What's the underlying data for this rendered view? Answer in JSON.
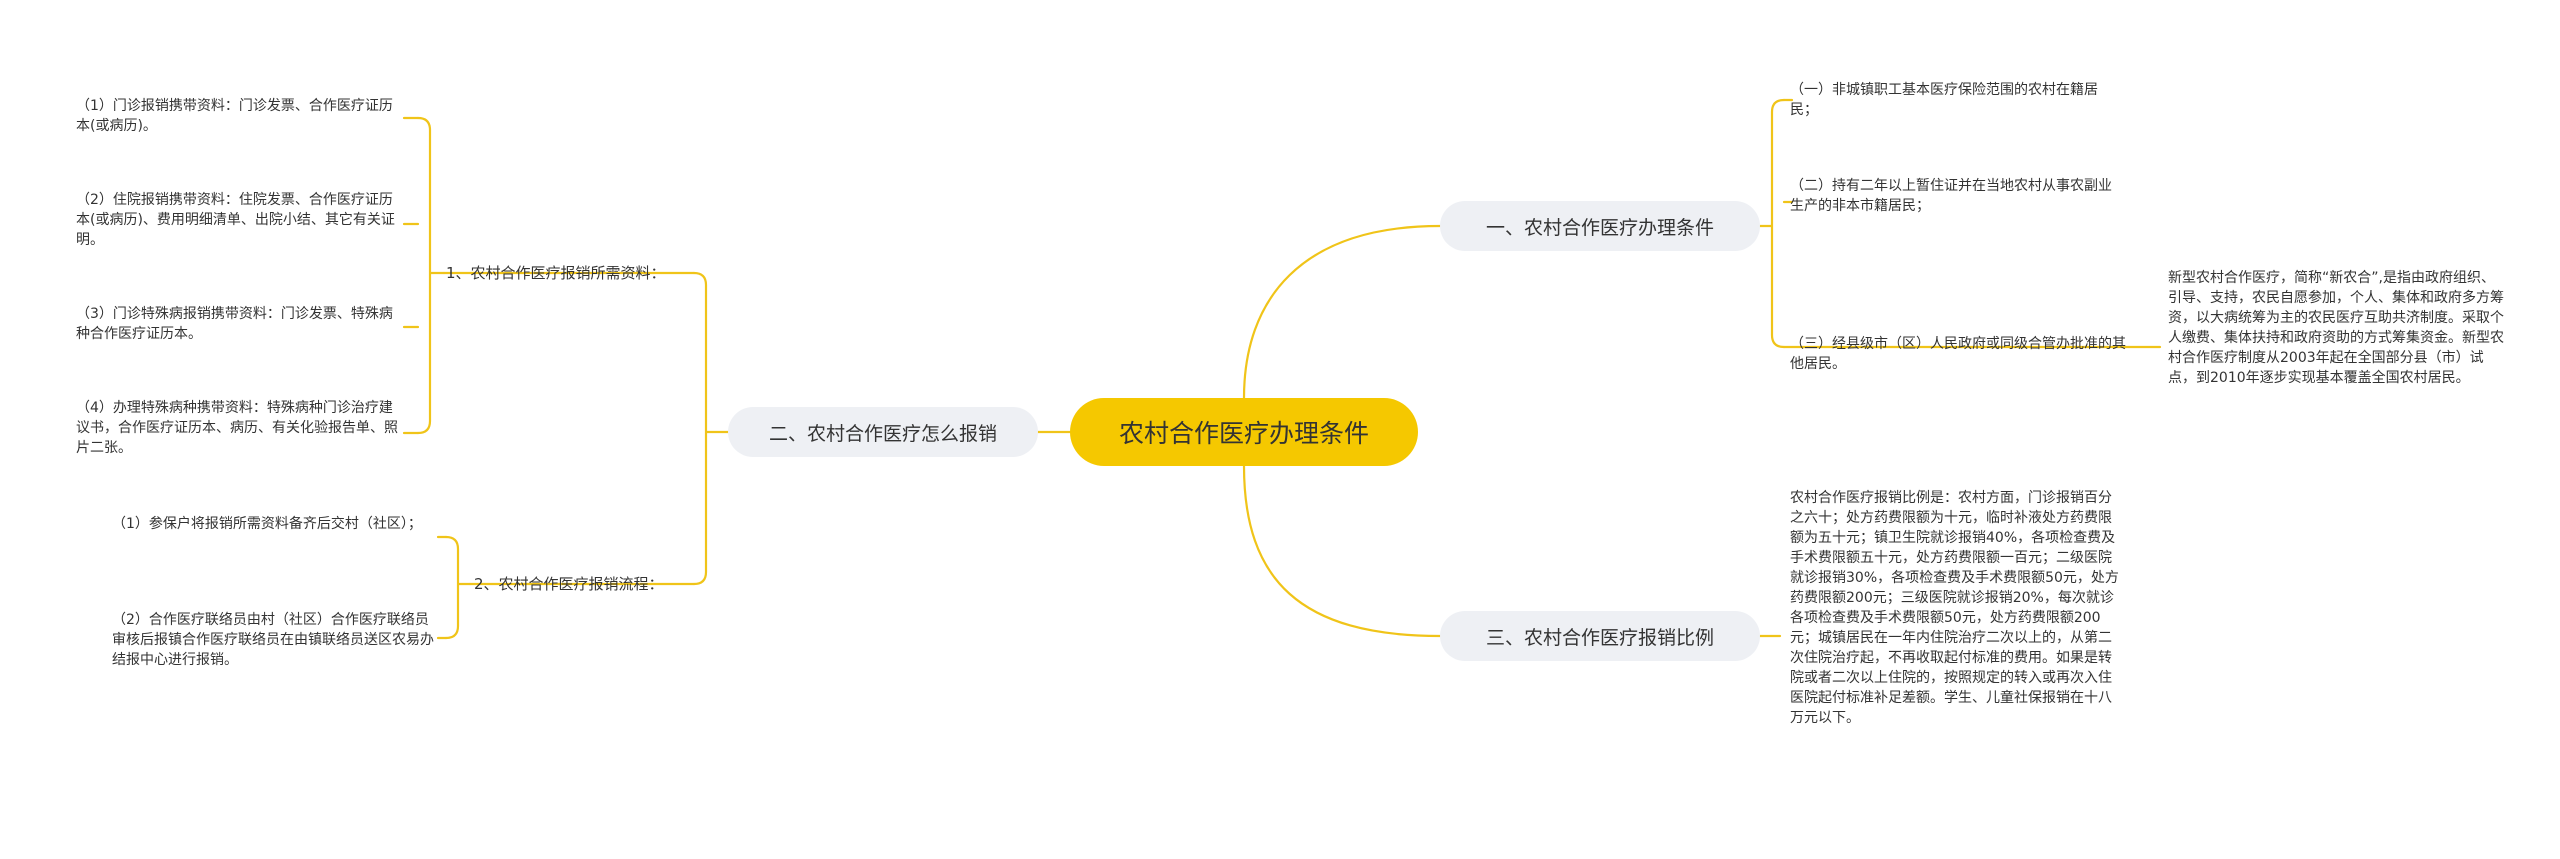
{
  "root": {
    "title": "农村合作医疗办理条件"
  },
  "branches": {
    "conditions": {
      "title": "一、农村合作医疗办理条件",
      "items": [
        "（一）非城镇职工基本医疗保险范围的农村在籍居民；",
        "（二）持有二年以上暂住证并在当地农村从事农副业生产的非本市籍居民；",
        "（三）经县级市（区）人民政府或同级合管办批准的其他居民。"
      ],
      "note": "新型农村合作医疗，简称“新农合”,是指由政府组织、引导、支持，农民自愿参加，个人、集体和政府多方筹资，以大病统筹为主的农民医疗互助共济制度。采取个人缴费、集体扶持和政府资助的方式筹集资金。新型农村合作医疗制度从2003年起在全国部分县（市）试点，到2010年逐步实现基本覆盖全国农村居民。"
    },
    "ratio": {
      "title": "三、农村合作医疗报销比例",
      "text": "农村合作医疗报销比例是：农村方面，门诊报销百分之六十；处方药费限额为十元，临时补液处方药费限额为五十元；镇卫生院就诊报销40%，各项检查费及手术费限额五十元，处方药费限额一百元；二级医院就诊报销30%，各项检查费及手术费限额50元，处方药费限额200元；三级医院就诊报销20%，每次就诊各项检查费及手术费限额50元，处方药费限额200元；城镇居民在一年内住院治疗二次以上的，从第二次住院治疗起，不再收取起付标准的费用。如果是转院或者二次以上住院的，按照规定的转入或再次入住医院起付标准补足差额。学生、儿童社保报销在十八万元以下。"
    },
    "howto": {
      "title": "二、农村合作医疗怎么报销",
      "materials": {
        "title": "1、农村合作医疗报销所需资料：",
        "items": [
          "（1）门诊报销携带资料：门诊发票、合作医疗证历本(或病历)。",
          "（2）住院报销携带资料：住院发票、合作医疗证历本(或病历)、费用明细清单、出院小结、其它有关证明。",
          "（3）门诊特殊病报销携带资料：门诊发票、特殊病种合作医疗证历本。",
          "（4）办理特殊病种携带资料：特殊病种门诊治疗建议书，合作医疗证历本、病历、有关化验报告单、照片二张。"
        ]
      },
      "process": {
        "title": "2、农村合作医疗报销流程：",
        "items": [
          "（1）参保户将报销所需资料备齐后交村（社区）；",
          "（2）合作医疗联络员由村（社区）合作医疗联络员审核后报镇合作医疗联络员在由镇联络员送区农易办结报中心进行报销。"
        ]
      }
    }
  },
  "colors": {
    "root_fill": "#f5c800",
    "branch_fill": "#eef0f4",
    "connector": "#f0c419",
    "text": "#333333"
  }
}
